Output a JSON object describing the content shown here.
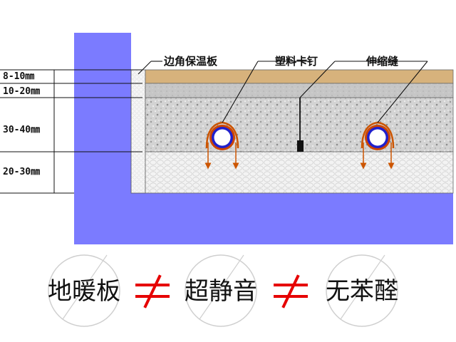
{
  "dimensions": {
    "layer1": "8-10㎜",
    "layer2": "10-20㎜",
    "layer3": "30-40㎜",
    "layer4": "20-30㎜"
  },
  "callouts": {
    "edge_insulation": "边角保温板",
    "plastic_clip": "塑料卡钉",
    "expansion_joint": "伸缩缝"
  },
  "slogan": {
    "item1": "地暖板",
    "item2": "超静音",
    "item3": "无苯醛",
    "separator_symbol": "≠"
  },
  "colors": {
    "wall": "#7b7bff",
    "floor_finish": "#d7b27c",
    "leveling_layer": "#c9c9c9",
    "concrete": "#d5d5d5",
    "insulation": "#f2f2f2",
    "pipe_outer": "#cc3300",
    "pipe_inner": "#2222cc",
    "separator": "#e60000"
  }
}
